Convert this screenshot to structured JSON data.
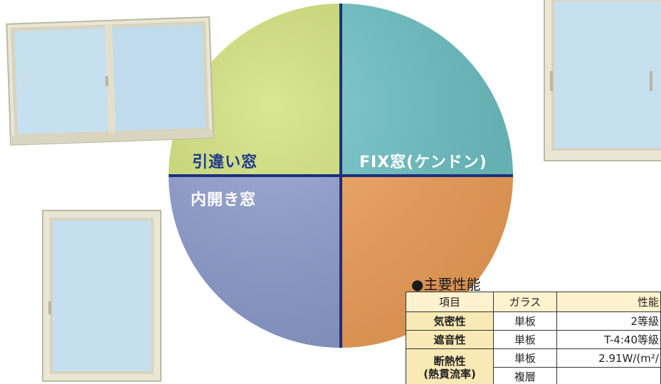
{
  "pie": {
    "quadrants": [
      {
        "label": "引違い窓",
        "color": "#d2e27a"
      },
      {
        "label": "FIX窓(ケンドン)",
        "color": "#6ec4c8"
      },
      {
        "label": "内開き窓",
        "color": "#8f9ed0"
      },
      {
        "label": "",
        "color": "#f4a35a"
      }
    ],
    "divider_color": "#1c2f7c"
  },
  "spec": {
    "title": "●主要性能",
    "headers": [
      "項目",
      "ガラス",
      "性能"
    ],
    "rows": [
      {
        "item": "気密性",
        "glass": "単板",
        "value": "2等級"
      },
      {
        "item": "遮音性",
        "glass": "単板",
        "value": "T-4:40等級"
      },
      {
        "item": "断熱性",
        "glass": "単板",
        "value": "2.91W/(m²/"
      }
    ],
    "partial_row": {
      "item": "(熱貫流率)",
      "glass": "複層"
    }
  }
}
